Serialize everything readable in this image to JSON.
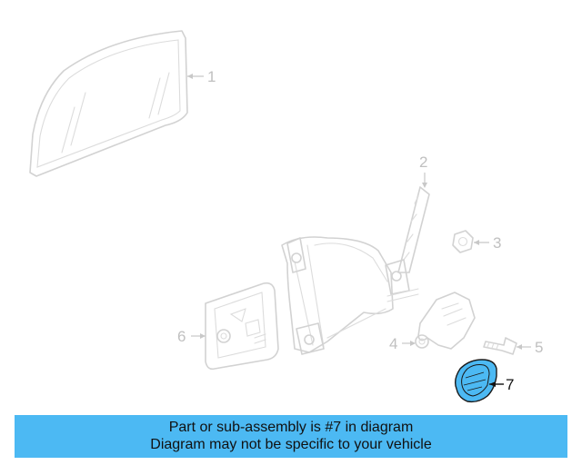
{
  "callouts": [
    {
      "id": "1",
      "label": "1",
      "active": false
    },
    {
      "id": "2",
      "label": "2",
      "active": false
    },
    {
      "id": "3",
      "label": "3",
      "active": false
    },
    {
      "id": "4",
      "label": "4",
      "active": false
    },
    {
      "id": "5",
      "label": "5",
      "active": false
    },
    {
      "id": "6",
      "label": "6",
      "active": false
    },
    {
      "id": "7",
      "label": "7",
      "active": true
    }
  ],
  "caption": {
    "line1": "Part or sub-assembly is #7 in diagram",
    "line2": "Diagram may not be specific to your vehicle"
  },
  "colors": {
    "highlight_fill": "#4cb9f3",
    "caption_bg": "#4cb9f3",
    "ghost_stroke": "#d2d2d2"
  }
}
